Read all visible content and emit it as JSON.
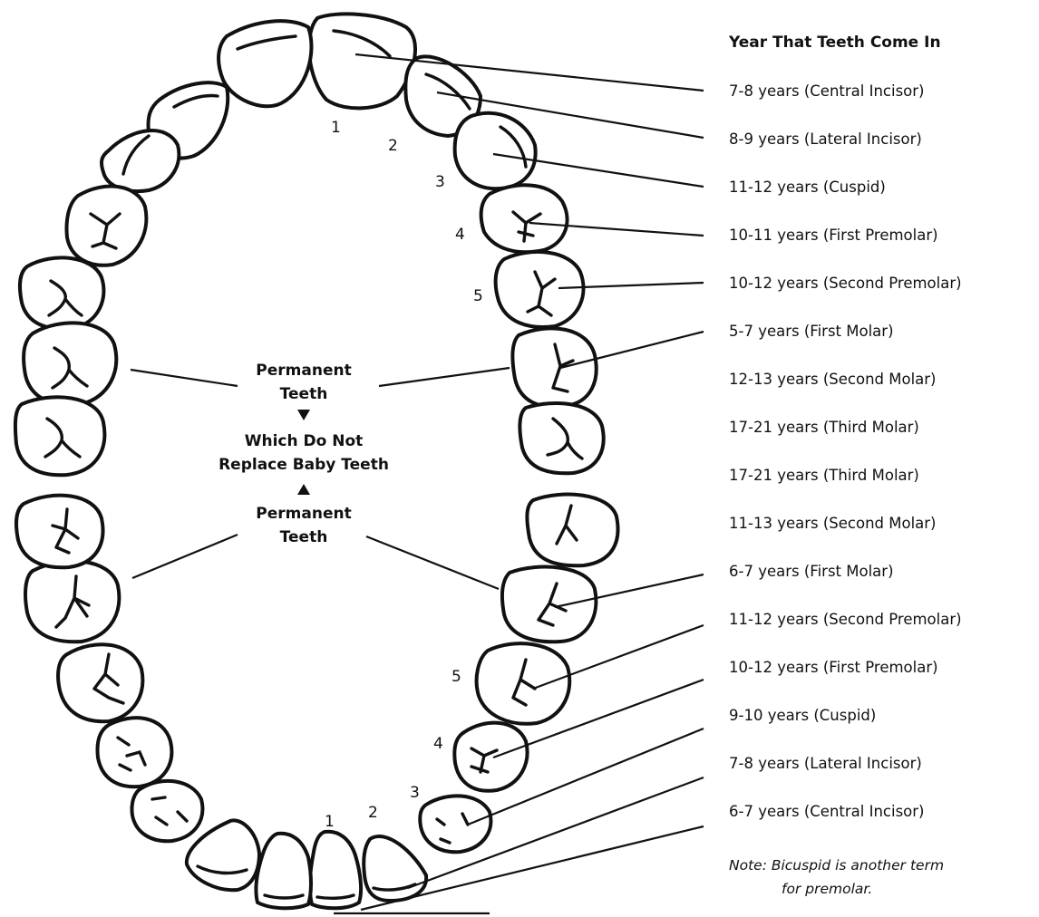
{
  "legend": {
    "title": "Year That Teeth Come In",
    "upper": [
      "7-8 years (Central Incisor)",
      "8-9 years (Lateral Incisor)",
      "11-12 years (Cuspid)",
      "10-11 years (First Premolar)",
      "10-12 years (Second Premolar)",
      "5-7 years (First Molar)",
      "12-13 years (Second Molar)",
      "17-21 years (Third Molar)"
    ],
    "lower": [
      "17-21 years (Third Molar)",
      "11-13 years (Second Molar)",
      "6-7 years (First Molar)",
      "11-12 years (Second Premolar)",
      "10-12 years (First Premolar)",
      "9-10 years (Cuspid)",
      "7-8 years (Lateral Incisor)",
      "6-7 years (Central Incisor)"
    ],
    "note_line1": "Note: Bicuspid is another term",
    "note_line2": "for premolar."
  },
  "center": {
    "upper_line1": "Permanent",
    "upper_line2": "Teeth",
    "middle_line1": "Which Do Not",
    "middle_line2": "Replace Baby Teeth",
    "lower_line1": "Permanent",
    "lower_line2": "Teeth"
  },
  "tooth_numbers": {
    "upper": [
      "1",
      "2",
      "3",
      "4",
      "5"
    ],
    "lower": [
      "1",
      "2",
      "3",
      "4",
      "5"
    ]
  }
}
